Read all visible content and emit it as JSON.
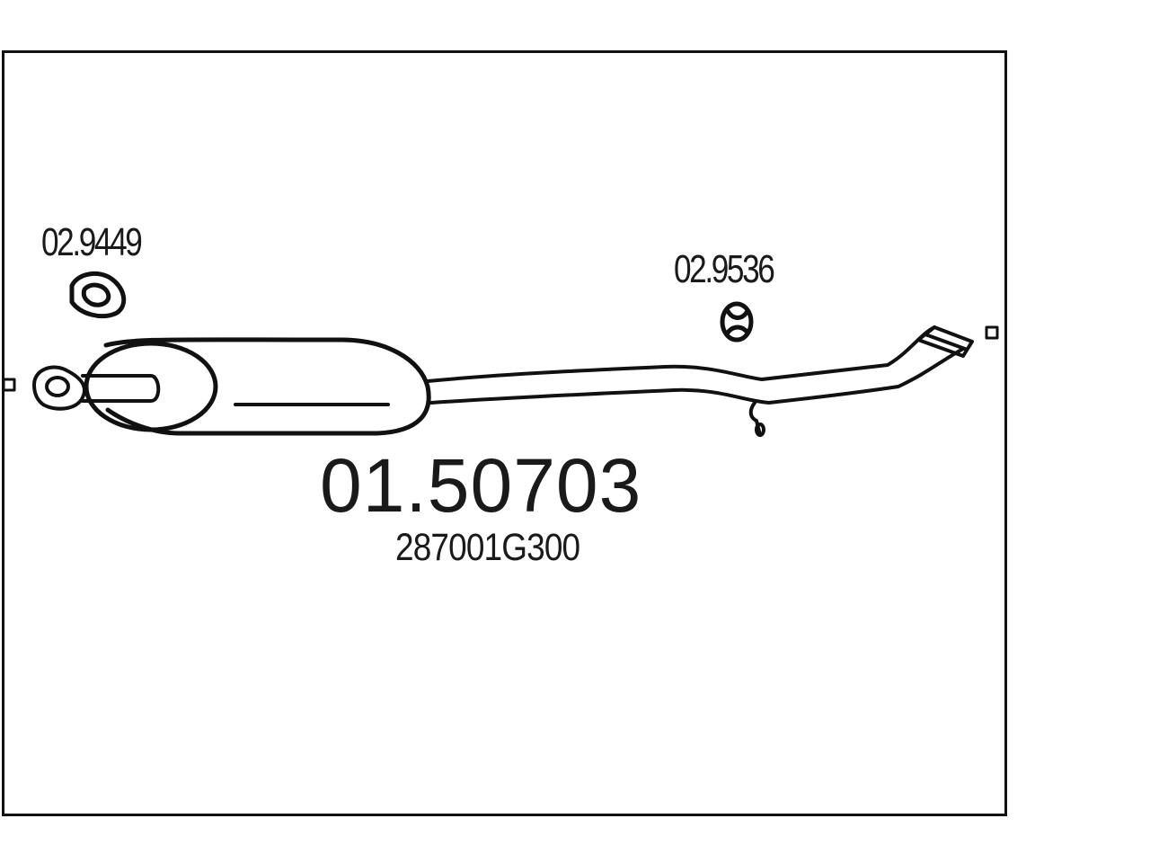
{
  "diagram": {
    "main_part_number": "01.50703",
    "oem_number": "287001G300",
    "accessories": [
      {
        "part_number": "02.9449",
        "type": "gasket-icon"
      },
      {
        "part_number": "02.9536",
        "type": "rubber-mount-icon"
      }
    ],
    "line_color": "#111111"
  }
}
